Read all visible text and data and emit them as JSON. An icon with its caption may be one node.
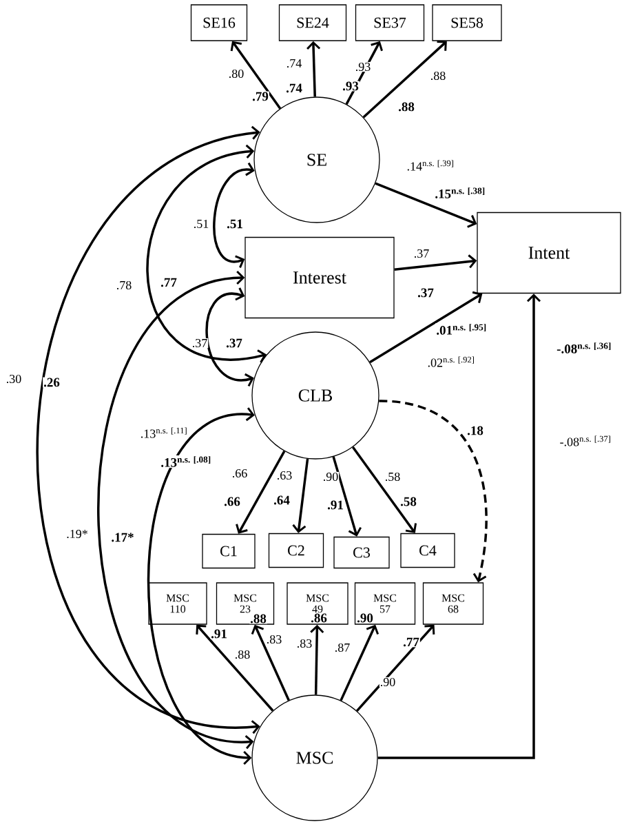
{
  "diagram": {
    "nodes": [
      {
        "text": [
          "SE16"
        ]
      },
      {
        "text": [
          "SE24"
        ]
      },
      {
        "text": [
          "SE37"
        ]
      },
      {
        "text": [
          "SE58"
        ]
      },
      {
        "text": [
          "SE"
        ]
      },
      {
        "text": [
          "Interest"
        ]
      },
      {
        "text": [
          "Intent"
        ]
      },
      {
        "text": [
          "CLB"
        ]
      },
      {
        "text": [
          "C1"
        ]
      },
      {
        "text": [
          "C2"
        ]
      },
      {
        "text": [
          "C3"
        ]
      },
      {
        "text": [
          "C4"
        ]
      },
      {
        "text": [
          "MSC 110"
        ]
      },
      {
        "text": [
          "MSC 23"
        ]
      },
      {
        "text": [
          "MSC 49"
        ]
      },
      {
        "text": [
          "MSC 57"
        ]
      },
      {
        "text": [
          "MSC 68"
        ]
      },
      {
        "text": [
          "MSC"
        ]
      }
    ],
    "edges": [
      {
        "from": 4,
        "to": 0,
        "arrow": "to",
        "label": ".79"
      },
      {
        "from": 4,
        "to": 1,
        "arrow": "to",
        "label": ".74"
      },
      {
        "from": 4,
        "to": 2,
        "arrow": "to",
        "label": ".93"
      },
      {
        "from": 4,
        "to": 3,
        "arrow": "to",
        "label": ".88"
      },
      {
        "from": 4,
        "to": 6,
        "arrow": "to",
        "label": ".15$^{n.s. [.38]}$"
      },
      {
        "from": 5,
        "to": 6,
        "arrow": "to",
        "label": ".37"
      },
      {
        "from": 7,
        "to": 6,
        "arrow": "to",
        "label": ".01$^{n.s. [.95]}$"
      },
      {
        "from": 17,
        "to": 6,
        "arrow": "to",
        "label": "-.08$^{n.s. [.36]}$"
      },
      {
        "from": 7,
        "to": 8,
        "arrow": "to",
        "label": ".66"
      },
      {
        "from": 7,
        "to": 9,
        "arrow": "to",
        "label": ".64"
      },
      {
        "from": 7,
        "to": 10,
        "arrow": "to",
        "label": ".91"
      },
      {
        "from": 7,
        "to": 11,
        "arrow": "to",
        "label": ".58"
      },
      {
        "from": 17,
        "to": 12,
        "arrow": "to",
        "label": ".91"
      },
      {
        "from": 17,
        "to": 13,
        "arrow": "to",
        "label": ".88"
      },
      {
        "from": 17,
        "to": 14,
        "arrow": "to",
        "label": ".86"
      },
      {
        "from": 17,
        "to": 15,
        "arrow": "to",
        "label": ".90"
      },
      {
        "from": 17,
        "to": 16,
        "arrow": "to",
        "label": ".77"
      },
      {
        "from": 4,
        "to": 5,
        "arrow": "both",
        "label": ".51"
      },
      {
        "from": 4,
        "to": 7,
        "arrow": "both",
        "label": ".77"
      },
      {
        "from": 4,
        "to": 17,
        "arrow": "both",
        "label": ".26"
      },
      {
        "from": 5,
        "to": 7,
        "arrow": "both",
        "label": ".37"
      },
      {
        "from": 5,
        "to": 17,
        "arrow": "both",
        "label": ".17*"
      },
      {
        "from": 7,
        "to": 17,
        "arrow": "both",
        "label": ".13$^{n.s. [.08]}$"
      },
      {
        "from": 7,
        "to": 16,
        "arrow": "to",
        "label": ".18",
        "style": "dashed"
      }
    ],
    "labels": [
      ".80",
      ".74",
      ".93",
      ".88",
      ".14$^{n.s. [.39]}$",
      ".37",
      ".02$^{n.s. [.92]}$",
      "-.08$^{n.s. [.37]}$",
      ".66",
      ".63",
      ".90",
      ".58",
      ".88",
      ".83",
      ".83",
      ".87",
      ".90",
      ".51",
      ".78",
      ".30",
      ".37",
      ".19*",
      ".13$^{n.s. [.11]}$"
    ]
  }
}
